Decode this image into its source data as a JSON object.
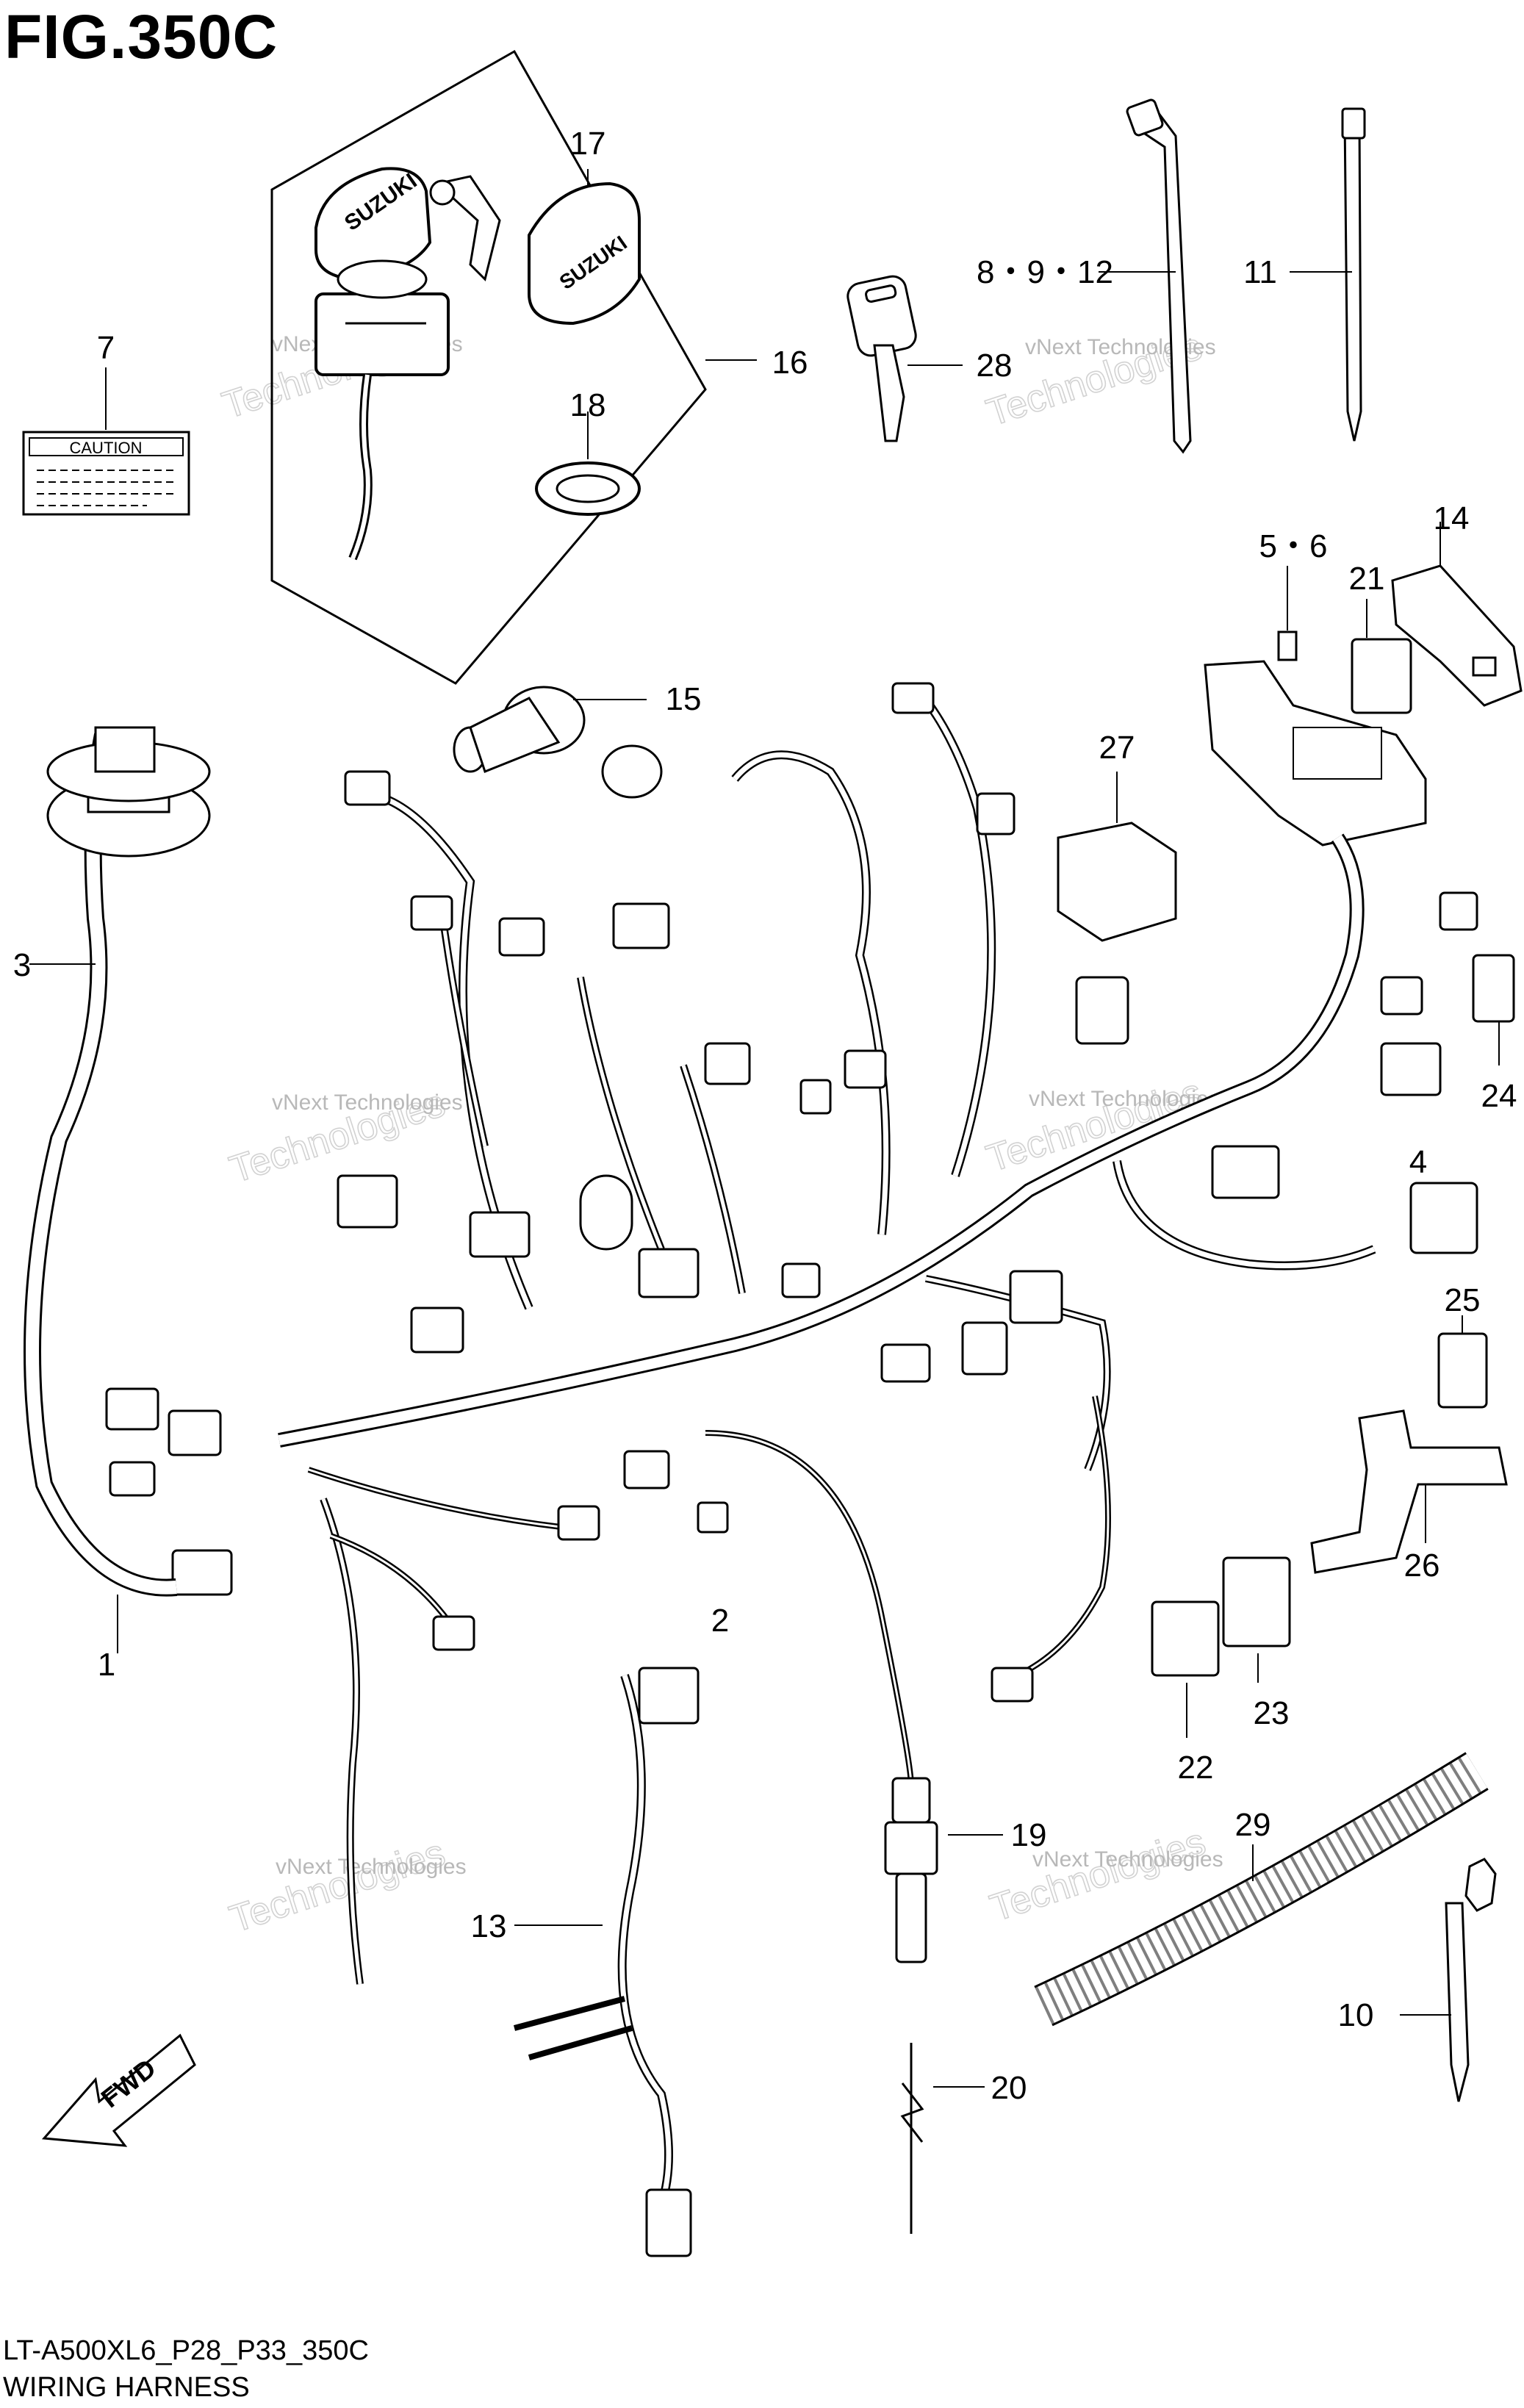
{
  "figure": {
    "title": "FIG.350C",
    "model_code": "LT-A500XL6_P28_P33_350C",
    "name": "WIRING HARNESS"
  },
  "callouts": [
    {
      "id": "c1",
      "label": "1"
    },
    {
      "id": "c2",
      "label": "2"
    },
    {
      "id": "c3",
      "label": "3"
    },
    {
      "id": "c4",
      "label": "4"
    },
    {
      "id": "c5-6",
      "label": "5・6"
    },
    {
      "id": "c7",
      "label": "7"
    },
    {
      "id": "c8-9-12",
      "label": "8・9・12"
    },
    {
      "id": "c10",
      "label": "10"
    },
    {
      "id": "c11",
      "label": "11"
    },
    {
      "id": "c13",
      "label": "13"
    },
    {
      "id": "c14",
      "label": "14"
    },
    {
      "id": "c15",
      "label": "15"
    },
    {
      "id": "c16",
      "label": "16"
    },
    {
      "id": "c17",
      "label": "17"
    },
    {
      "id": "c18",
      "label": "18"
    },
    {
      "id": "c19",
      "label": "19"
    },
    {
      "id": "c20",
      "label": "20"
    },
    {
      "id": "c21",
      "label": "21"
    },
    {
      "id": "c22",
      "label": "22"
    },
    {
      "id": "c23",
      "label": "23"
    },
    {
      "id": "c24",
      "label": "24"
    },
    {
      "id": "c25",
      "label": "25"
    },
    {
      "id": "c26",
      "label": "26"
    },
    {
      "id": "c27",
      "label": "27"
    },
    {
      "id": "c28",
      "label": "28"
    },
    {
      "id": "c29",
      "label": "29"
    }
  ],
  "caution_label": "CAUTION",
  "key_brand": "SUZUKI",
  "fwd_label": "FWD",
  "watermark": {
    "line1": "vNext Technologies",
    "line2": "Technologies",
    "line3": "vNext"
  }
}
